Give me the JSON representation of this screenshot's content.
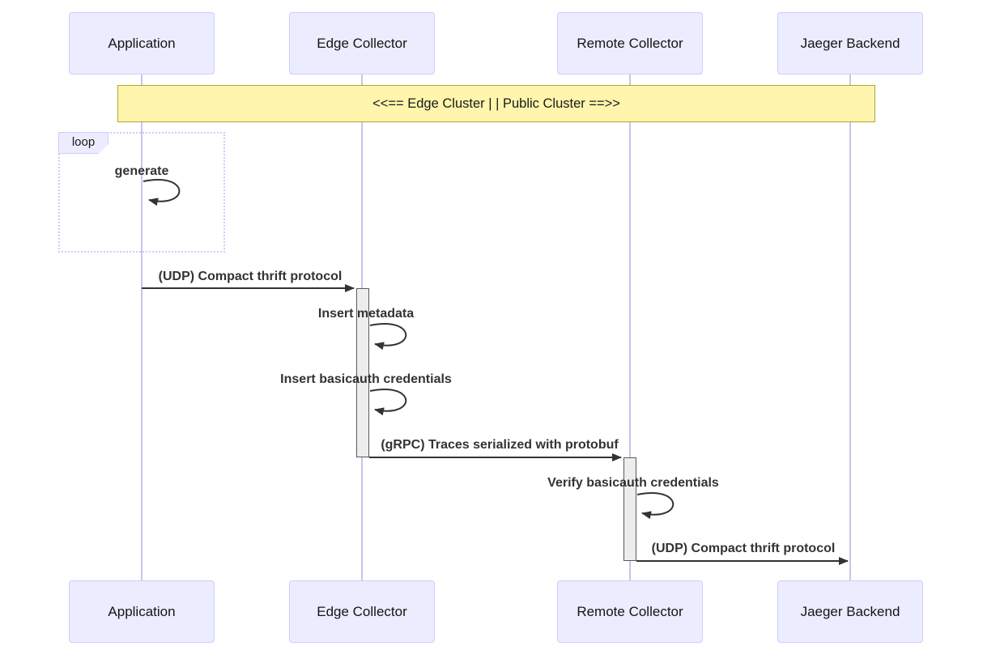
{
  "diagram": {
    "type": "sequence-diagram",
    "participants": [
      "Application",
      "Edge Collector",
      "Remote Collector",
      "Jaeger Backend"
    ],
    "note": {
      "text": "<<== Edge Cluster | | Public Cluster ==>>",
      "spans": [
        "Application",
        "Jaeger Backend"
      ]
    },
    "loop": {
      "label": "loop",
      "message": "generate",
      "on": "Application"
    },
    "messages": [
      {
        "from": "Application",
        "to": "Edge Collector",
        "text": "(UDP) Compact thrift protocol",
        "kind": "solid-arrow"
      },
      {
        "from": "Edge Collector",
        "to": "Edge Collector",
        "text": "Insert metadata",
        "kind": "self"
      },
      {
        "from": "Edge Collector",
        "to": "Edge Collector",
        "text": "Insert basicauth credentials",
        "kind": "self"
      },
      {
        "from": "Edge Collector",
        "to": "Remote Collector",
        "text": "(gRPC) Traces serialized with protobuf",
        "kind": "solid-arrow"
      },
      {
        "from": "Remote Collector",
        "to": "Remote Collector",
        "text": "Verify basicauth credentials",
        "kind": "self"
      },
      {
        "from": "Remote Collector",
        "to": "Jaeger Backend",
        "text": "(UDP) Compact thrift protocol",
        "kind": "solid-arrow"
      }
    ],
    "colors": {
      "participant_fill": "#ECECFF",
      "participant_border": "#CCCCFF",
      "note_fill": "#FFF5AD",
      "note_border": "#AAAA33",
      "activation_fill": "#EDEDED",
      "activation_border": "#5A5A5A",
      "arrow": "#333333",
      "lifeline": "#C9C5EA",
      "loop_border": "#CCCCFF"
    }
  }
}
